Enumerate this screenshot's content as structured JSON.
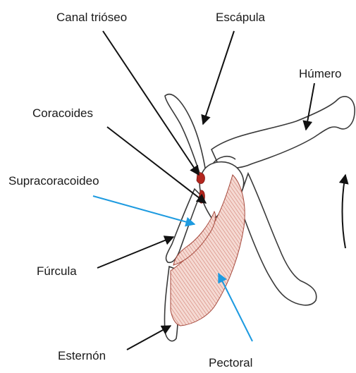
{
  "labels": {
    "canal": "Canal trióseo",
    "escapula": "Escápula",
    "humero": "Húmero",
    "coracoides": "Coracoides",
    "supracoracoideo": "Supracoracoideo",
    "furcula": "Fúrcula",
    "esternon": "Esternón",
    "pectoral": "Pectoral"
  },
  "colors": {
    "arrow": "#111111",
    "arrow_blue": "#1e9be0",
    "bone_outline": "#3a3a3a",
    "muscle_fill": "#f3d0c8",
    "muscle_stripe": "#c2594a",
    "canal": "#b3261e"
  }
}
